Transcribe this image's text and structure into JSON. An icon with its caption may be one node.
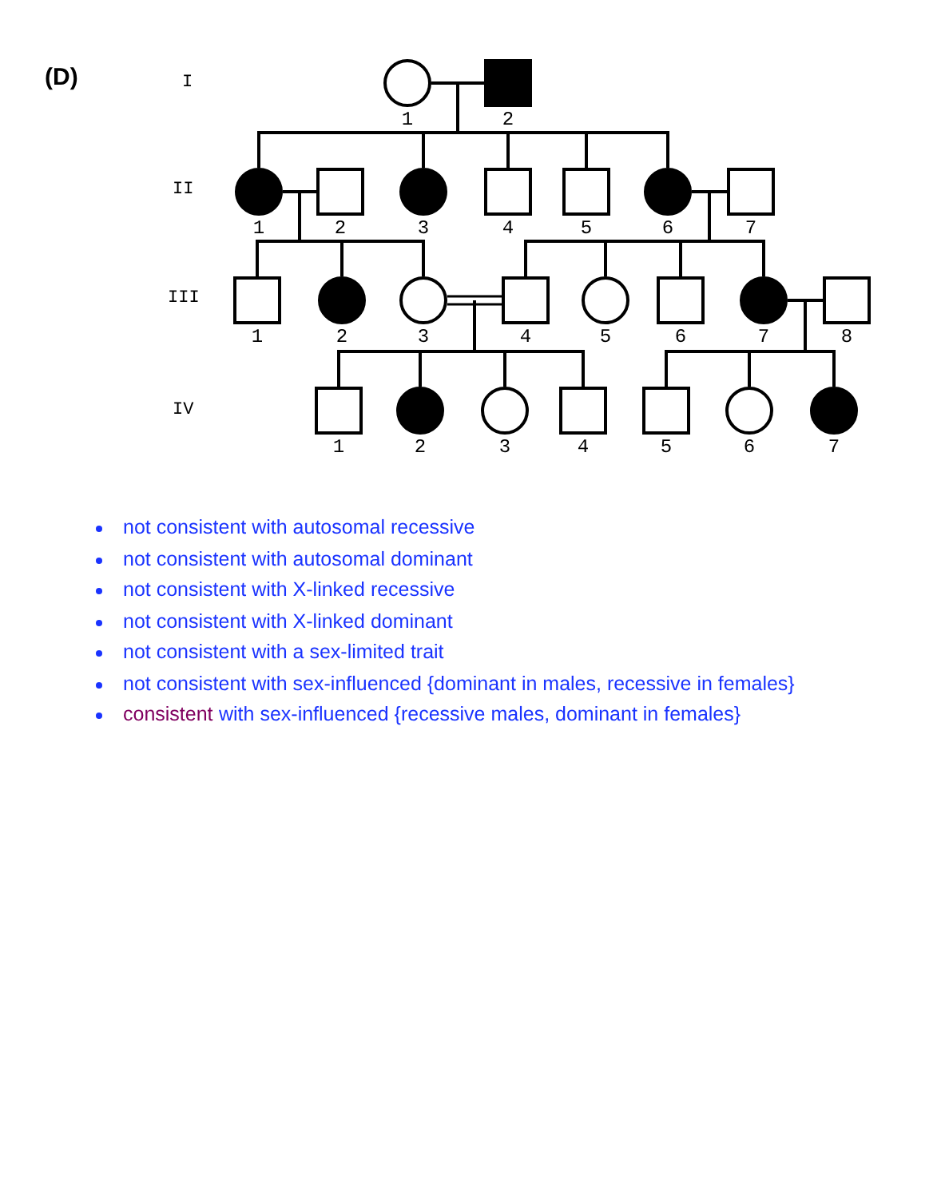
{
  "diagram": {
    "nodes": [
      {
        "text": [],
        "shape": "circle",
        "beside": [
          "1"
        ]
      },
      {
        "text": [],
        "shape": "block",
        "beside": [
          "2"
        ]
      },
      {
        "text": [],
        "shape": "disc",
        "beside": [
          "1"
        ]
      },
      {
        "text": [],
        "shape": "box",
        "beside": [
          "2"
        ]
      },
      {
        "text": [],
        "shape": "disc",
        "beside": [
          "3"
        ]
      },
      {
        "text": [],
        "shape": "box",
        "beside": [
          "4"
        ]
      },
      {
        "text": [],
        "shape": "box",
        "beside": [
          "5"
        ]
      },
      {
        "text": [],
        "shape": "disc",
        "beside": [
          "6"
        ]
      },
      {
        "text": [],
        "shape": "box",
        "beside": [
          "7"
        ]
      },
      {
        "text": [],
        "shape": "box",
        "beside": [
          "1"
        ]
      },
      {
        "text": [],
        "shape": "disc",
        "beside": [
          "2"
        ]
      },
      {
        "text": [],
        "shape": "circle",
        "beside": [
          "3"
        ]
      },
      {
        "text": [],
        "shape": "box",
        "beside": [
          "4"
        ]
      },
      {
        "text": [],
        "shape": "circle",
        "beside": [
          "5"
        ]
      },
      {
        "text": [],
        "shape": "box",
        "beside": [
          "6"
        ]
      },
      {
        "text": [],
        "shape": "disc",
        "beside": [
          "7"
        ]
      },
      {
        "text": [],
        "shape": "box",
        "beside": [
          "8"
        ]
      },
      {
        "text": [],
        "shape": "box",
        "beside": [
          "1"
        ]
      },
      {
        "text": [],
        "shape": "disc",
        "beside": [
          "2"
        ]
      },
      {
        "text": [],
        "shape": "circle",
        "beside": [
          "3"
        ]
      },
      {
        "text": [],
        "shape": "box",
        "beside": [
          "4"
        ]
      },
      {
        "text": [],
        "shape": "box",
        "beside": [
          "5"
        ]
      },
      {
        "text": [],
        "shape": "circle",
        "beside": [
          "6"
        ]
      },
      {
        "text": [],
        "shape": "disc",
        "beside": [
          "7"
        ]
      }
    ],
    "edges": [
      {
        "from": 0,
        "to": 1,
        "arrow": "none"
      },
      {
        "from": 0,
        "to": 2,
        "arrow": "none"
      },
      {
        "from": 1,
        "to": 2,
        "arrow": "none"
      },
      {
        "from": 0,
        "to": 4,
        "arrow": "none"
      },
      {
        "from": 1,
        "to": 4,
        "arrow": "none"
      },
      {
        "from": 0,
        "to": 5,
        "arrow": "none"
      },
      {
        "from": 1,
        "to": 5,
        "arrow": "none"
      },
      {
        "from": 0,
        "to": 6,
        "arrow": "none"
      },
      {
        "from": 1,
        "to": 6,
        "arrow": "none"
      },
      {
        "from": 0,
        "to": 7,
        "arrow": "none"
      },
      {
        "from": 1,
        "to": 7,
        "arrow": "none"
      },
      {
        "from": 2,
        "to": 3,
        "arrow": "none"
      },
      {
        "from": 2,
        "to": 9,
        "arrow": "none"
      },
      {
        "from": 3,
        "to": 9,
        "arrow": "none"
      },
      {
        "from": 2,
        "to": 10,
        "arrow": "none"
      },
      {
        "from": 3,
        "to": 10,
        "arrow": "none"
      },
      {
        "from": 2,
        "to": 11,
        "arrow": "none"
      },
      {
        "from": 3,
        "to": 11,
        "arrow": "none"
      },
      {
        "from": 7,
        "to": 8,
        "arrow": "none"
      },
      {
        "from": 7,
        "to": 12,
        "arrow": "none"
      },
      {
        "from": 8,
        "to": 12,
        "arrow": "none"
      },
      {
        "from": 7,
        "to": 13,
        "arrow": "none"
      },
      {
        "from": 8,
        "to": 13,
        "arrow": "none"
      },
      {
        "from": 7,
        "to": 14,
        "arrow": "none"
      },
      {
        "from": 8,
        "to": 14,
        "arrow": "none"
      },
      {
        "from": 7,
        "to": 15,
        "arrow": "none"
      },
      {
        "from": 8,
        "to": 15,
        "arrow": "none"
      },
      {
        "from": 11,
        "to": 12,
        "arrow": "none"
      },
      {
        "from": 11,
        "to": 17,
        "arrow": "none"
      },
      {
        "from": 12,
        "to": 17,
        "arrow": "none"
      },
      {
        "from": 11,
        "to": 18,
        "arrow": "none"
      },
      {
        "from": 12,
        "to": 18,
        "arrow": "none"
      },
      {
        "from": 11,
        "to": 19,
        "arrow": "none"
      },
      {
        "from": 12,
        "to": 19,
        "arrow": "none"
      },
      {
        "from": 11,
        "to": 20,
        "arrow": "none"
      },
      {
        "from": 12,
        "to": 20,
        "arrow": "none"
      },
      {
        "from": 15,
        "to": 16,
        "arrow": "none"
      },
      {
        "from": 15,
        "to": 21,
        "arrow": "none"
      },
      {
        "from": 16,
        "to": 21,
        "arrow": "none"
      },
      {
        "from": 15,
        "to": 22,
        "arrow": "none"
      },
      {
        "from": 16,
        "to": 22,
        "arrow": "none"
      },
      {
        "from": 15,
        "to": 23,
        "arrow": "none"
      },
      {
        "from": 16,
        "to": 23,
        "arrow": "none"
      }
    ],
    "labels": [
      "(D)",
      "I",
      "II",
      "III",
      "IV",
      "not consistent with autosomal recessive",
      "not consistent with autosomal dominant",
      "not consistent with X-linked recessive",
      "not consistent with X-linked dominant",
      "not consistent with a sex-limited trait",
      "not consistent with sex-influenced {dominant in males, recessive in females}",
      "consistent",
      "with sex-influenced {recessive males, dominant in females}"
    ]
  }
}
